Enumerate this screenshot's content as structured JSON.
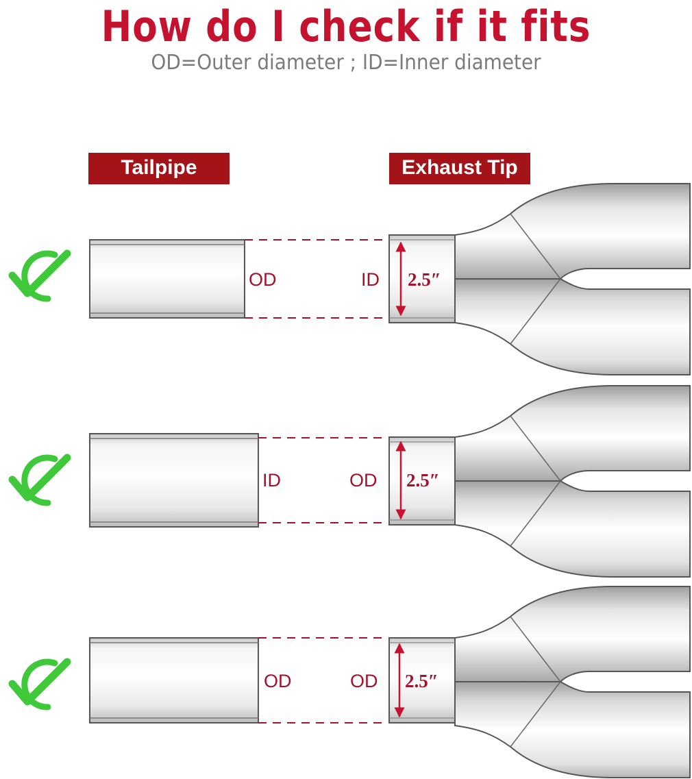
{
  "header": {
    "title": "How do I check if it fits",
    "subtitle": "OD=Outer diameter ; ID=Inner diameter"
  },
  "tags": {
    "tailpipe": "Tailpipe",
    "exhaust_tip": "Exhaust Tip"
  },
  "rows": [
    {
      "tailpipe_label": "OD",
      "tip_label": "ID",
      "measurement": "2.5″"
    },
    {
      "tailpipe_label": "ID",
      "tip_label": "OD",
      "measurement": "2.5″"
    },
    {
      "tailpipe_label": "OD",
      "tip_label": "OD",
      "measurement": "2.5″"
    }
  ],
  "colors": {
    "title": "#c4122f",
    "tag_background": "#a31318",
    "label": "#a5112a",
    "check": "#3fc93a"
  },
  "icons": {
    "status": "check-icon"
  }
}
